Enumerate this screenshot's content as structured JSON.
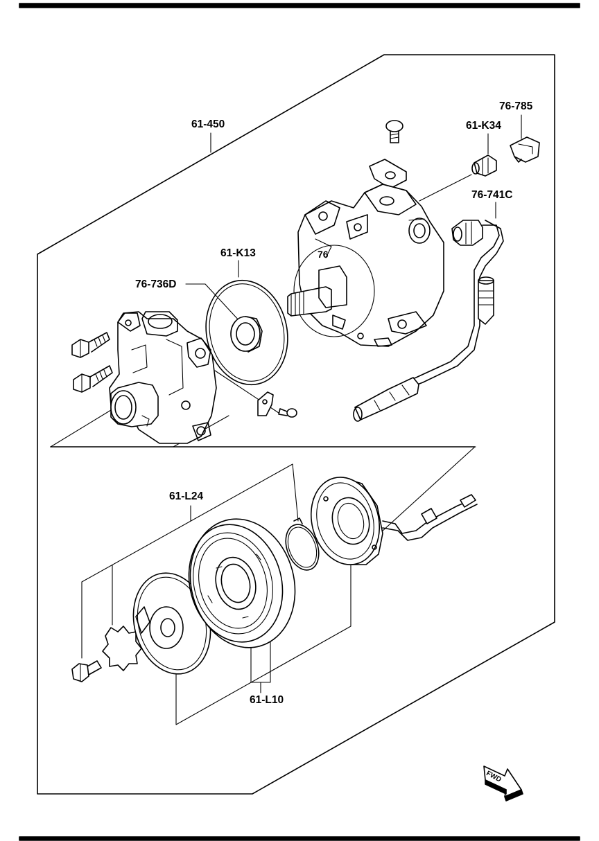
{
  "diagram": {
    "callouts": {
      "assembly": "61-450",
      "clamp": "76-785",
      "switch": "61-K34",
      "harness": "76-741C",
      "o_ring": "61-K13",
      "shaft_seal": "76-736D",
      "clutch_set": "61-L24",
      "pulley_coil": "61-L10"
    },
    "fwd_marker": "FWD"
  }
}
